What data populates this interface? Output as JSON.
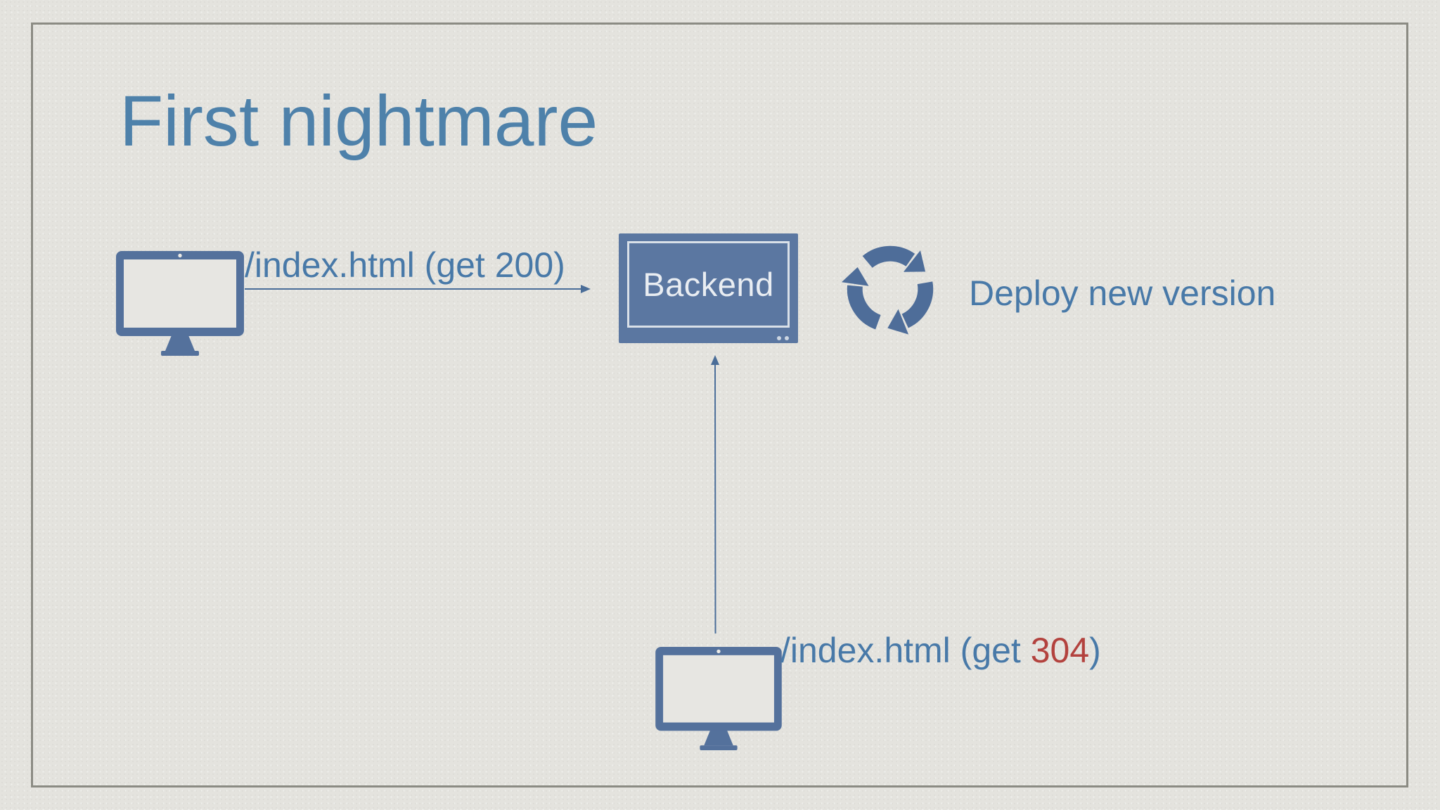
{
  "slide": {
    "title": "First nightmare",
    "diagram": {
      "client_top": {
        "icon": "desktop-monitor-icon"
      },
      "request_top": {
        "text_prefix": "/index.html (get ",
        "status_code": "200",
        "text_suffix": ")",
        "status_color": "#4879a8",
        "arrow": "right-arrow-to-backend"
      },
      "backend": {
        "label": "Backend"
      },
      "deploy": {
        "icon": "refresh-cycle-icon",
        "label": "Deploy new version"
      },
      "client_bottom": {
        "icon": "desktop-monitor-icon"
      },
      "request_bottom": {
        "text_prefix": "/index.html (get ",
        "status_code": "304",
        "text_suffix": ")",
        "status_color": "#b3423e",
        "arrow": "up-arrow-to-backend"
      }
    },
    "colors": {
      "background": "#e4e3de",
      "frame_border": "#8b8b83",
      "title_blue": "#4e81aa",
      "text_blue": "#4879a8",
      "icon_slate": "#54719c",
      "arrow_line": "#4a6d98",
      "backend_fill": "#5b77a1",
      "backend_border_inner": "#d9e0e8",
      "backend_text": "#e9edf2",
      "status_red": "#b3423e"
    }
  }
}
